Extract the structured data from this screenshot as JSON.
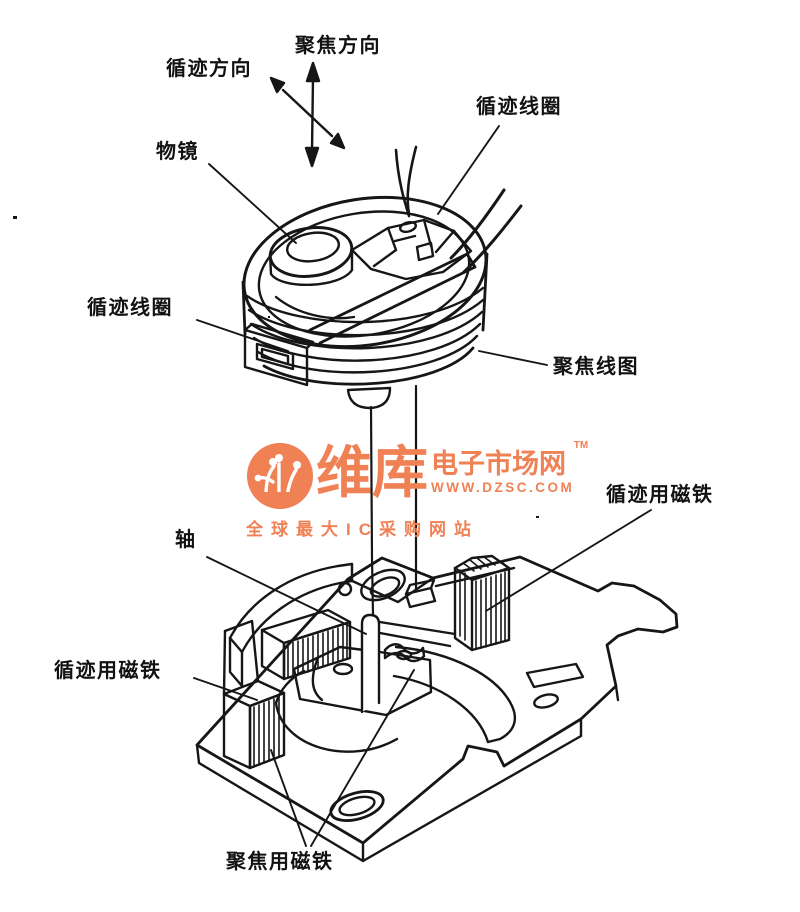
{
  "figure": {
    "type": "technical-line-diagram",
    "subject": "optical pickup actuator exploded view",
    "ink_color": "#161616",
    "background": "#ffffff",
    "labels": {
      "focus_direction": "聚焦方向",
      "tracking_direction": "循迹方向",
      "objective_lens": "物镜",
      "tracking_coil_top": "循迹线圈",
      "tracking_coil_left": "循迹线圈",
      "focus_coil": "聚焦线图",
      "tracking_magnet_right": "循迹用磁铁",
      "shaft": "轴",
      "tracking_magnet_left": "循迹用磁铁",
      "focus_magnet": "聚焦用磁铁"
    },
    "arrows": [
      "focus-direction-double-arrow",
      "tracking-direction-double-arrow"
    ]
  },
  "watermark": {
    "logo": "circuit-dandelion-icon",
    "brand": "维库",
    "brand_suffix": "电子市场网",
    "tm": "TM",
    "url": "WWW.DZSC.COM",
    "tagline": "全球最大IC采购网站",
    "color": "#ef8155"
  }
}
